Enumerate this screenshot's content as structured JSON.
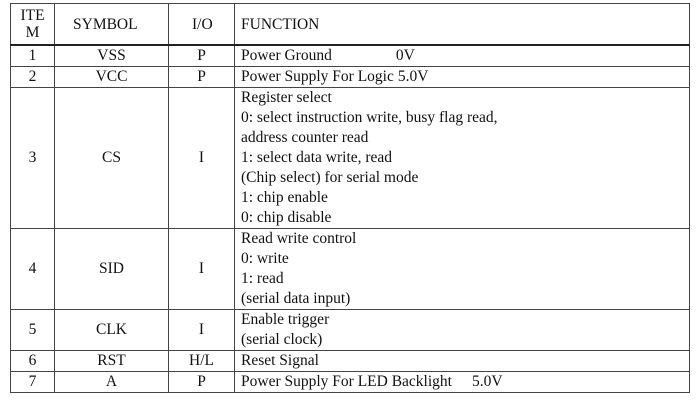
{
  "table": {
    "headers": {
      "item": "ITE M",
      "item_line1": "ITE",
      "item_line2": "M",
      "symbol": "SYMBOL",
      "io": "I/O",
      "function": "FUNCTION"
    },
    "rows": [
      {
        "item": "1",
        "symbol": "VSS",
        "io": "P",
        "function_lines": [
          "Power Ground"
        ],
        "value": "0V"
      },
      {
        "item": "2",
        "symbol": "VCC",
        "io": "P",
        "function_lines": [
          "Power Supply For Logic"
        ],
        "value": "5.0V"
      },
      {
        "item": "3",
        "symbol": "CS",
        "io": "I",
        "function_lines": [
          "Register select",
          "0: select instruction write, busy flag read,",
          "address counter read",
          "1: select data write, read",
          "(Chip select) for serial mode",
          "1: chip enable",
          "0: chip disable"
        ]
      },
      {
        "item": "4",
        "symbol": "SID",
        "io": "I",
        "function_lines": [
          "Read write control",
          "0: write",
          "1: read",
          "(serial data input)"
        ]
      },
      {
        "item": "5",
        "symbol": "CLK",
        "io": "I",
        "function_lines": [
          "Enable trigger",
          "(serial clock)"
        ]
      },
      {
        "item": "6",
        "symbol": "RST",
        "io": "H/L",
        "function_lines": [
          "Reset Signal"
        ]
      },
      {
        "item": "7",
        "symbol": "A",
        "io": "P",
        "function_lines": [
          "Power Supply For LED Backlight"
        ],
        "value": "5.0V"
      }
    ]
  }
}
